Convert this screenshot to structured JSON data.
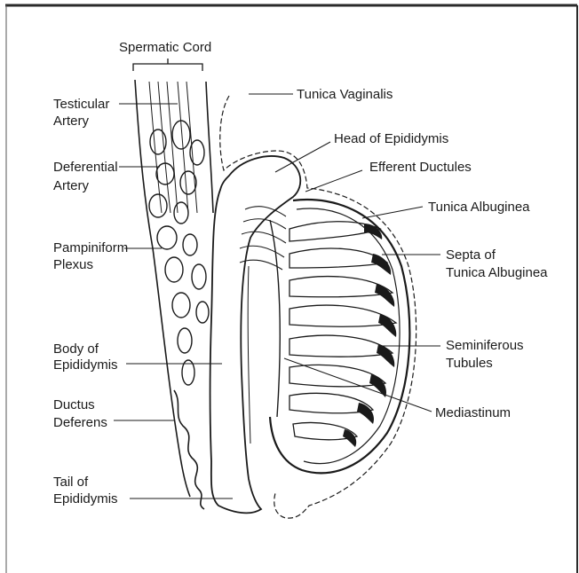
{
  "labels": {
    "spermatic_cord": "Spermatic Cord",
    "testicular_artery_1": "Testicular",
    "testicular_artery_2": "Artery",
    "deferential_artery_1": "Deferential",
    "deferential_artery_2": "Artery",
    "pampiniform_plexus_1": "Pampiniform",
    "pampiniform_plexus_2": "Plexus",
    "body_of_epididymis_1": "Body of",
    "body_of_epididymis_2": "Epididymis",
    "ductus_deferens_1": "Ductus",
    "ductus_deferens_2": "Deferens",
    "tail_of_epididymis_1": "Tail of",
    "tail_of_epididymis_2": "Epididymis",
    "tunica_vaginalis": "Tunica Vaginalis",
    "head_of_epididymis": "Head of Epididymis",
    "efferent_ductules": "Efferent Ductules",
    "tunica_albuginea": "Tunica Albuginea",
    "septa_1": "Septa of",
    "septa_2": "Tunica Albuginea",
    "seminiferous_1": "Seminiferous",
    "seminiferous_2": "Tubules",
    "mediastinum": "Mediastinum"
  },
  "colors": {
    "ink": "#1a1a1a",
    "frame": "#2a2a2a",
    "background": "#ffffff"
  }
}
